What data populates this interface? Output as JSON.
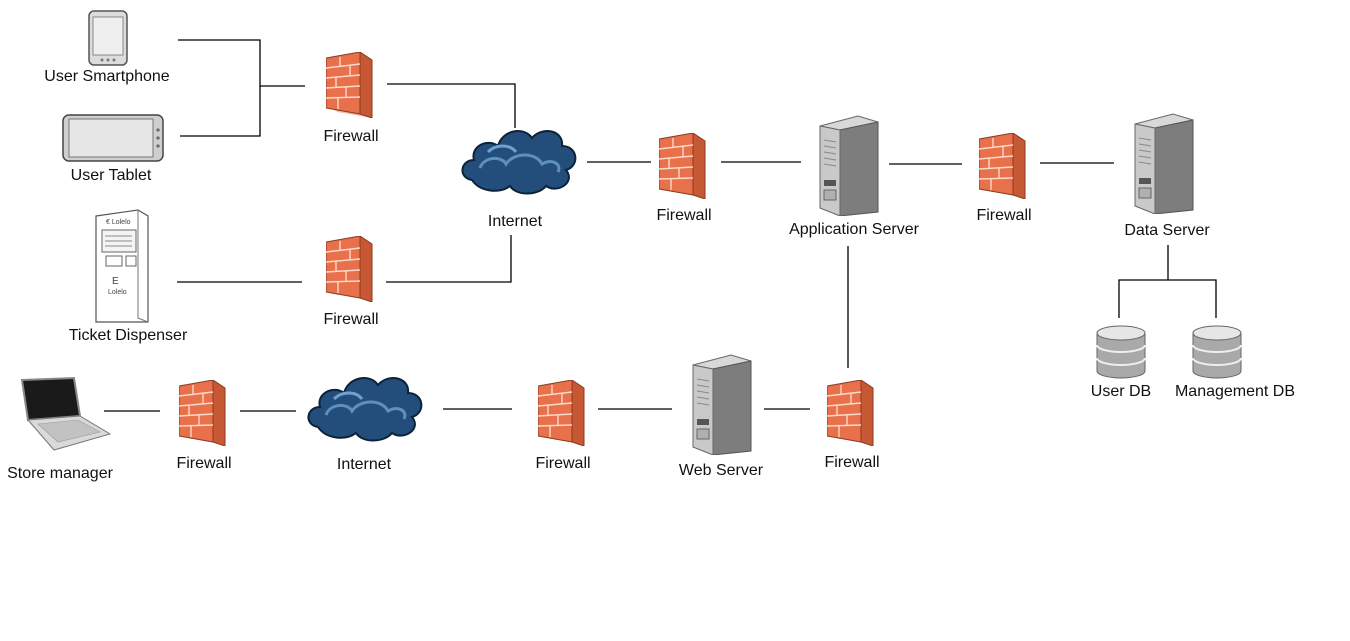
{
  "diagram": {
    "nodes": {
      "smartphone": {
        "label": "User Smartphone",
        "icon": "smartphone-icon"
      },
      "tablet": {
        "label": "User Tablet",
        "icon": "tablet-icon"
      },
      "dispenser": {
        "label": "Ticket Dispenser",
        "icon": "kiosk-icon"
      },
      "laptop": {
        "label": "Store manager",
        "icon": "laptop-icon"
      },
      "fw1": {
        "label": "Firewall",
        "icon": "firewall-icon"
      },
      "fw2": {
        "label": "Firewall",
        "icon": "firewall-icon"
      },
      "fw3": {
        "label": "Firewall",
        "icon": "firewall-icon"
      },
      "fw4": {
        "label": "Firewall",
        "icon": "firewall-icon"
      },
      "fw5": {
        "label": "Firewall",
        "icon": "firewall-icon"
      },
      "fw6": {
        "label": "Firewall",
        "icon": "firewall-icon"
      },
      "fw7": {
        "label": "Firewall",
        "icon": "firewall-icon"
      },
      "internet1": {
        "label": "Internet",
        "icon": "cloud-icon"
      },
      "internet2": {
        "label": "Internet",
        "icon": "cloud-icon"
      },
      "app_server": {
        "label": "Application Server",
        "icon": "server-icon"
      },
      "data_server": {
        "label": "Data Server",
        "icon": "server-icon"
      },
      "web_server": {
        "label": "Web Server",
        "icon": "server-icon"
      },
      "user_db": {
        "label": "User DB",
        "icon": "database-icon"
      },
      "mgmt_db": {
        "label": "Management DB",
        "icon": "database-icon"
      }
    },
    "colors": {
      "line": "#000000",
      "firewall_brick": "#e8704a",
      "firewall_mortar": "#f6d2c0",
      "cloud": "#2a5a8c",
      "server": "#b9b9b9"
    }
  }
}
